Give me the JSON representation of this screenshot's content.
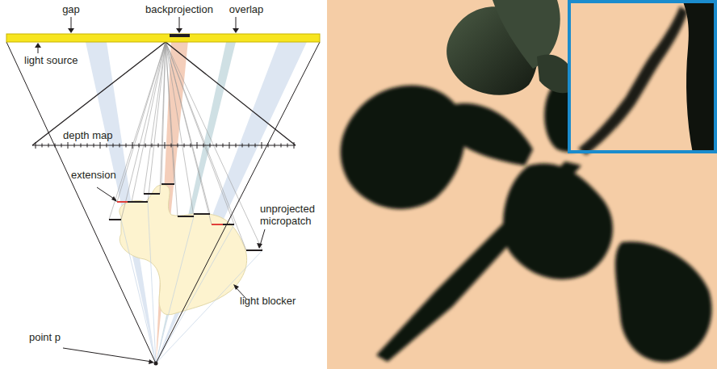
{
  "diagram": {
    "labels": [
      "gap",
      "backprojection",
      "overlap",
      "light source",
      "depth map",
      "extension",
      "unprojected micropatch",
      "light blocker",
      "point p"
    ]
  }
}
